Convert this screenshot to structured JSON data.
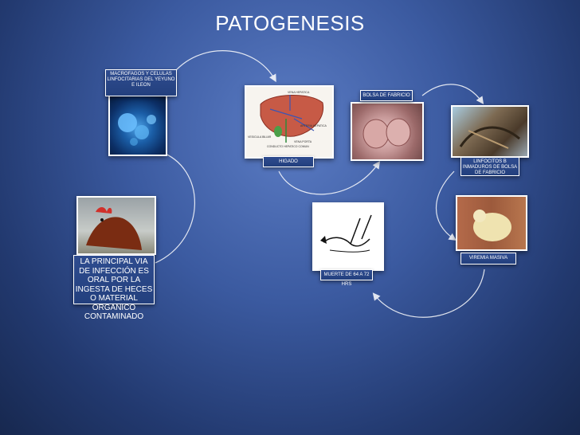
{
  "title": "PATOGENESIS",
  "nodes": {
    "macrofagos": "MACROFAGOS  Y CELULAS LINFOCITARIAS DEL YEYUNO E ILEON",
    "higado": "HIGADO",
    "bolsa": "BOLSA DE FABRICIO",
    "linfocitos": "LINFOCITOS B INMADUROS DE BOLSA DE FABRICIO",
    "viremia": "VIREMIA MASIVA",
    "muerte": "MUERTE DE 64 A 72 HRS",
    "via": "LA PRINCIPAL VIA DE INFECCIÓN ES ORAL POR LA INGESTA DE HECES O MATERIAL ORGANICO CONTAMINADO"
  },
  "liver_diagram": {
    "vena_hepatica": "VENA HEPATICA",
    "arteria_hepatica": "ARTERIA HEPATICA",
    "vena_porta": "VENA PORTA",
    "vesicula_biliar": "VESICULA BILIAR",
    "conducto": "CONDUCTO HEPATICO COMUN"
  }
}
